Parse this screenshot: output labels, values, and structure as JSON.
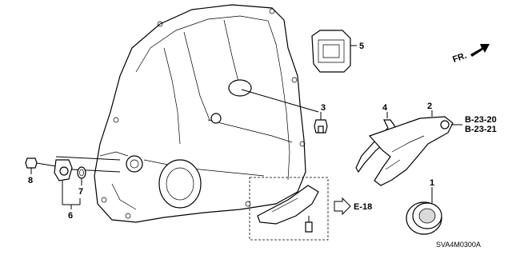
{
  "callouts": {
    "p1": "1",
    "p2": "2",
    "p3": "3",
    "p4": "4",
    "p5": "5",
    "p6": "6",
    "p7": "7",
    "p8": "8"
  },
  "refs": {
    "b2320": "B-23-20",
    "b2321": "B-23-21",
    "e18": "E-18"
  },
  "direction": {
    "front": "FR."
  },
  "diagram_code": "SVA4M0300A"
}
